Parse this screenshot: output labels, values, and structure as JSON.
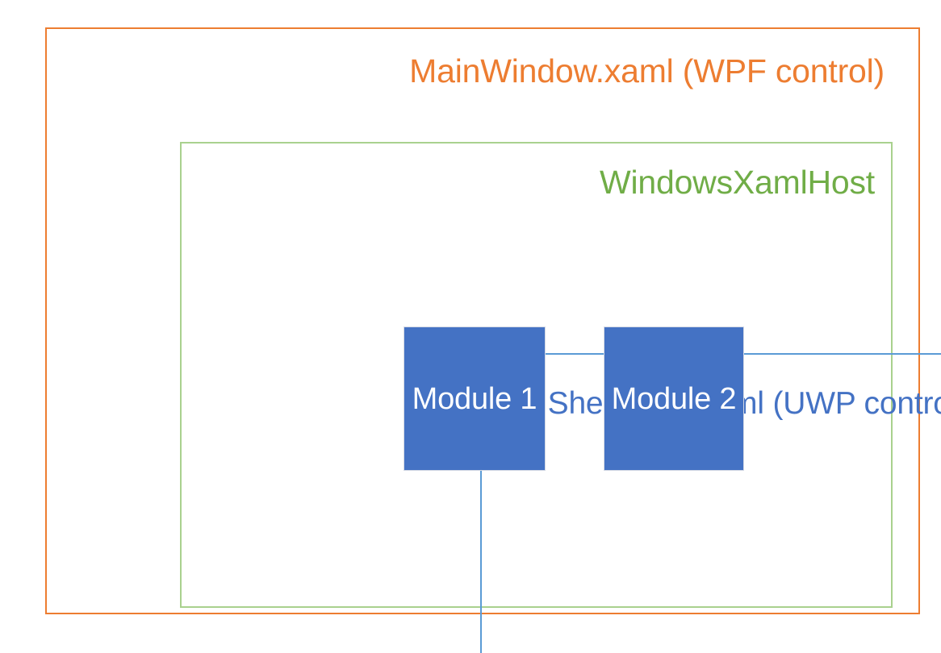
{
  "diagram": {
    "title": "MainWindow.xaml (WPF control)",
    "background_color": "#FFFFFF",
    "outer_container": {
      "label": "MainWindow.xaml (WPF control)",
      "border_color": "#ED7D31",
      "text_color": "#ED7D31"
    },
    "middle_container": {
      "label": "WindowsXamlHost",
      "border_color": "#A9D18E",
      "text_color": "#70AD47"
    },
    "inner_container": {
      "label": "ShellPage.xaml (UWP control)",
      "border_color": "#5B9BD5",
      "text_color": "#4472C4"
    },
    "modules": [
      {
        "label": "Module 1",
        "fill_color": "#4472C4",
        "text_color": "#FFFFFF"
      },
      {
        "label": "Module 2",
        "fill_color": "#4472C4",
        "text_color": "#FFFFFF"
      }
    ]
  }
}
